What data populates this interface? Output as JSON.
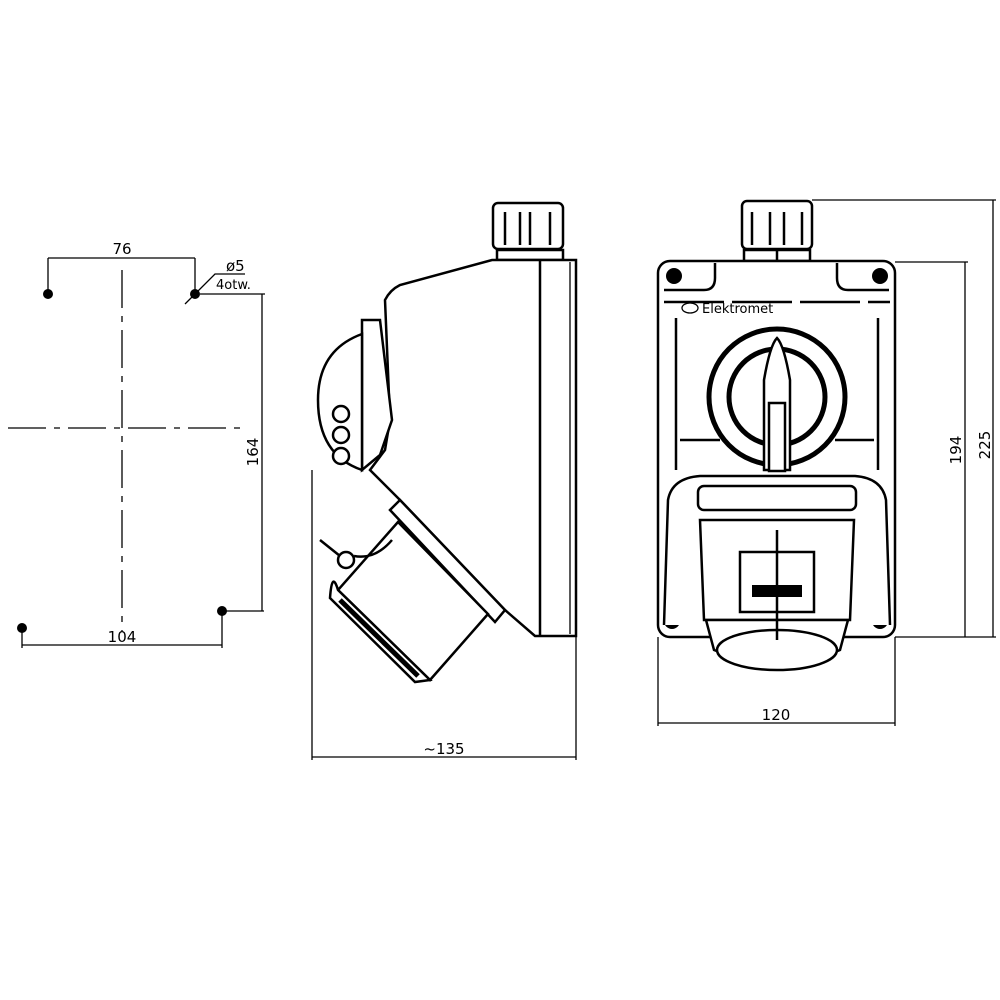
{
  "drawing": {
    "mounting_view": {
      "hole_spacing_top": "76",
      "hole_diameter": "ø5",
      "hole_count": "4otw.",
      "hole_spacing_vertical": "164",
      "hole_spacing_bottom": "104"
    },
    "side_view": {
      "depth": "~135"
    },
    "front_view": {
      "brand": "Elektromet",
      "width": "120",
      "body_height": "194",
      "total_height": "225"
    }
  }
}
